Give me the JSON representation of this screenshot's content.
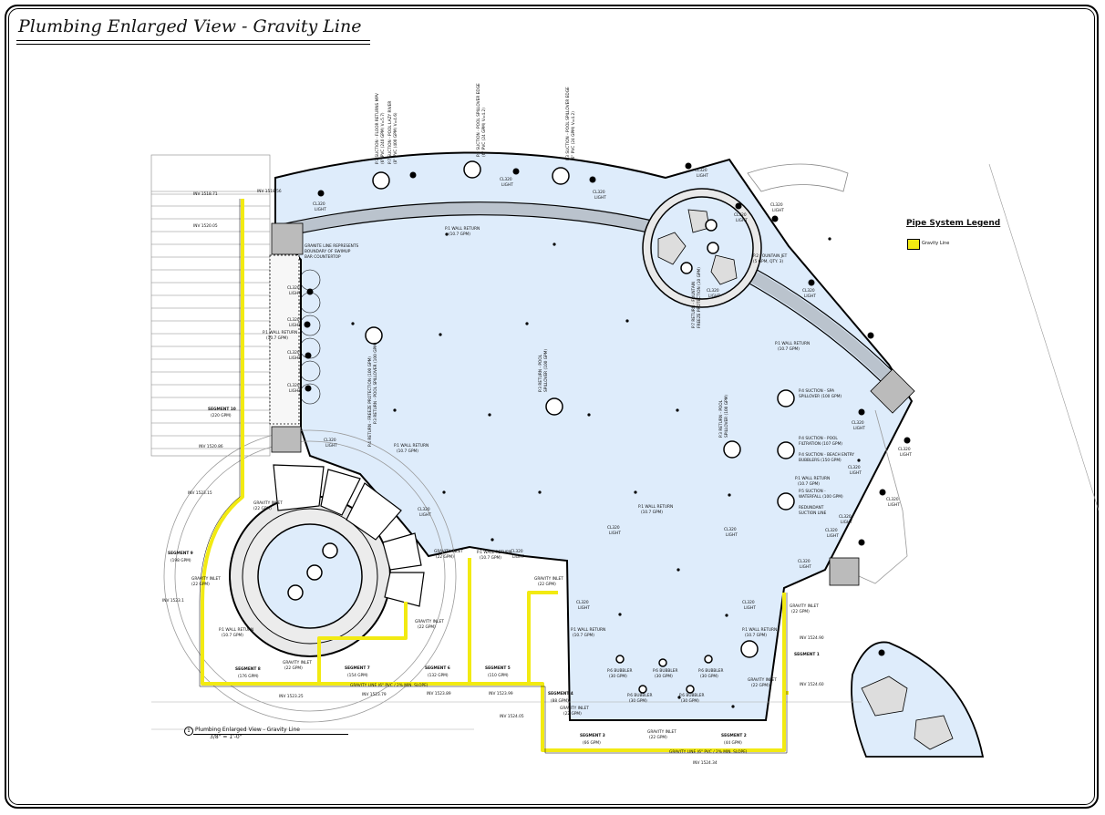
{
  "title": "Plumbing Enlarged View - Gravity Line",
  "legend": {
    "title": "Pipe System Legend",
    "item_label": "Gravity Line",
    "item_color": "#f2ea12"
  },
  "view_title": {
    "number": "1",
    "name": "Plumbing Enlarged View - Gravity Line",
    "scale": "3/8\" = 1'-0\""
  },
  "colors": {
    "pool_fill": "#deecfb",
    "deck_fill": "#efefef",
    "gravity_line": "#f2ea12",
    "outline": "#000000"
  },
  "labels": {
    "inv_151871": "INV 1518.71",
    "inv_151856": "INV 1518.56",
    "inv_152005": "INV 1520.05",
    "inv_152086": "INV 1520.86",
    "inv_152315": "INV 1523.15",
    "inv_15231": "INV 1523.1",
    "inv_152325": "INV 1523.25",
    "inv_152379": "INV 1523.79",
    "inv_152389": "INV 1523.89",
    "inv_152399": "INV 1523.99",
    "inv_152405": "INV 1524.05",
    "inv_152434": "INV 1524.34",
    "inv_152460": "INV 1524.60",
    "inv_152490": "INV 1524.90",
    "seg10": "SEGMENT 10",
    "seg10_flow": "(220 GPM)",
    "seg9": "SEGMENT 9",
    "seg9_flow": "(198 GPM)",
    "seg8": "SEGMENT 8",
    "seg8_flow": "(176 GPM)",
    "seg7": "SEGMENT 7",
    "seg7_flow": "(154 GPM)",
    "seg6": "SEGMENT 6",
    "seg6_flow": "(132 GPM)",
    "seg5": "SEGMENT 5",
    "seg5_flow": "(110 GPM)",
    "seg4": "SEGMENT 4",
    "seg4_flow": "(88 GPM)",
    "seg3": "SEGMENT 3",
    "seg3_flow": "(66 GPM)",
    "seg2": "SEGMENT 2",
    "seg2_flow": "(44 GPM)",
    "seg1": "SEGMENT 1",
    "gravity_inlet": "GRAVITY INLET",
    "gpm22": "(22 GPM)",
    "gravity_line_note": "GRAVITY LINE (6\" PVC / 2% MIN. SLOPE)",
    "wall_return": "P.1 WALL RETURN",
    "wall_return_flow": "(10.7 GPM)",
    "cl320": "CL320",
    "light": "LIGHT",
    "bubbler": "P.6 BUBBLER",
    "bubbler_flow": "(30 GPM)",
    "granite_note_1": "GRANITE LINE REPRESENTS",
    "granite_note_2": "BOUNDARY OF SWIMUP",
    "granite_note_3": "BAR COUNTERTOP",
    "p7_suction_1": "P.7 SUCTION - FLOOR RETURNS MPV",
    "p7_suction_2": "(6\" PVC (240 GPM) V=5.7)",
    "p7_lazy_1": "P.7 SUCTION - POOL LAZY RIVER",
    "p7_lazy_2": "(8\" PVC (400 GPM) V=4.6)",
    "p7_spill_1": "P.3 SUCTION - POOL SPILLOVER EDGE",
    "p7_spill_2": "(6\" PVC (24 GPM) V=4.2)",
    "p7_spill_3": "P.3 SUCTION - POOL SPILLOVER EDGE",
    "p7_spill_4": "(6\" PVC (24 GPM) V=4.2)",
    "p3_return_1": "P.3 RETURN - POOL",
    "p3_return_2": "SPILLOVER (100 GPM)",
    "p3_return_3": "P.3 RETURN - POOL",
    "p3_return_4": "SPILLOVER (100 GPM)",
    "p4_return_1": "P.4 RETURN - FREEZE PROTECTION (100 GPM)",
    "p4_return_2": "P.3 RETURN - POOL SPILLOVER (100 GPM)",
    "fountain_1": "P.7 RETURN - FOUNTAIN",
    "fountain_2": "FREEZE PROTECTION (10 GPM)",
    "fountain_jet": "P.2 FOUNTAIN JET",
    "fountain_jet_2": "(5 GPM, QTY. 3)",
    "spa_suction_1": "P.4 SUCTION - SPA",
    "spa_suction_2": "SPILLOVER (100 GPM)",
    "pool_suction_1": "P.4 SUCTION - POOL",
    "pool_suction_2": "FILTRATION (107 GPM)",
    "beach_1": "P.4 SUCTION - BEACH ENTRY",
    "beach_2": "BUBBLERS (150 GPM)",
    "waterfall_1": "P.5 SUCTION -",
    "waterfall_2": "WATERFALL (100 GPM)",
    "redundant_1": "REDUNDANT",
    "redundant_2": "SUCTION LINE"
  }
}
